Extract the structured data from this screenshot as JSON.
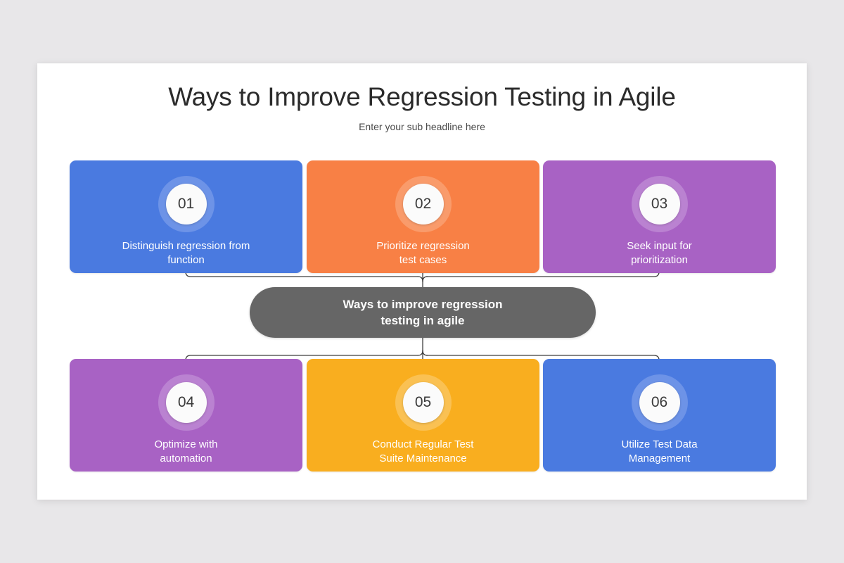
{
  "slide": {
    "title": "Ways to Improve Regression Testing in Agile",
    "subtitle": "Enter your sub headline here",
    "background_color": "#e8e7e9",
    "canvas_color": "#ffffff"
  },
  "center_node": {
    "label_line1": "Ways to improve regression",
    "label_line2": "testing in agile",
    "color": "#666666",
    "text_color": "#ffffff"
  },
  "cards": [
    {
      "number": "01",
      "label_line1": "Distinguish regression from",
      "label_line2": "function",
      "color": "#4a7ae0",
      "ring_color": "#6d93e7",
      "badge_color": "#fbfbfb",
      "row": "top"
    },
    {
      "number": "02",
      "label_line1": "Prioritize regression",
      "label_line2": "test cases",
      "color": "#f88045",
      "ring_color": "#f99b6b",
      "badge_color": "#fbfbfb",
      "row": "top"
    },
    {
      "number": "03",
      "label_line1": "Seek input for",
      "label_line2": "prioritization",
      "color": "#a862c4",
      "ring_color": "#ba82d1",
      "badge_color": "#fbfbfb",
      "row": "top"
    },
    {
      "number": "04",
      "label_line1": "Optimize with",
      "label_line2": "automation",
      "color": "#a862c4",
      "ring_color": "#ba82d1",
      "badge_color": "#fbfbfb",
      "row": "bottom"
    },
    {
      "number": "05",
      "label_line1": "Conduct Regular Test",
      "label_line2": "Suite Maintenance",
      "color": "#f9ae1f",
      "ring_color": "#fac153",
      "badge_color": "#fbfbfb",
      "row": "bottom"
    },
    {
      "number": "06",
      "label_line1": "Utilize Test Data",
      "label_line2": "Management",
      "color": "#4a7ae0",
      "ring_color": "#6d93e7",
      "badge_color": "#fbfbfb",
      "row": "bottom"
    }
  ],
  "connectors": {
    "line_color": "#3f3f3f",
    "line_width": 1.3,
    "description": "bracket connectors joining the three top cards and the three bottom cards to the central pill node"
  }
}
